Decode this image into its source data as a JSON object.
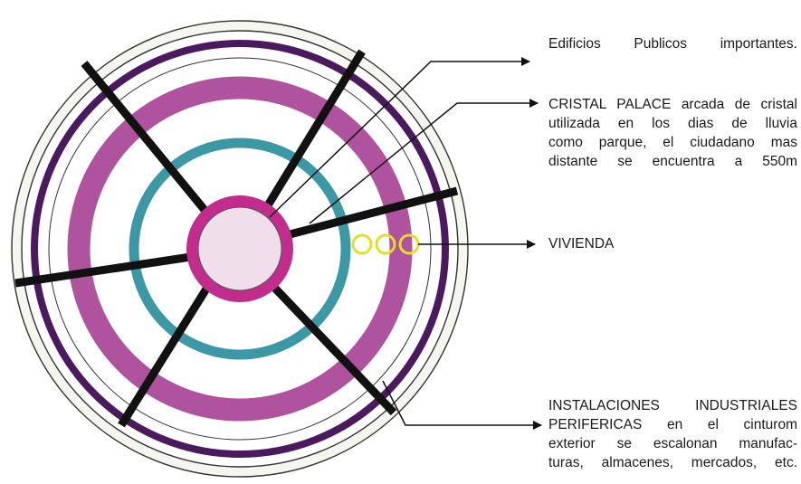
{
  "colors": {
    "outer_fill": "#f4f6ef",
    "dark_purple": "#4b1a5e",
    "magenta_ring": "#b0539f",
    "teal_ring": "#3c98a5",
    "core_ring": "#c22c8c",
    "core_fill": "#f0dfeb",
    "road": "#111111",
    "housing": "#e3dd2a"
  },
  "labels": {
    "public_buildings": "Edificios Publicos importantes.",
    "cristal_palace": [
      "CRISTAL PALACE arcada de cristal",
      "utilizada en los dias de lluvia",
      "como parque, el ciudadano mas",
      "distante se encuentra a 550m"
    ],
    "vivienda": "VIVIENDA",
    "industrial": [
      "INSTALACIONES INDUSTRIALES",
      "PERIFERICAS en el cinturom",
      "exterior se escalonan manufac-",
      "turas, almacenes, mercados, etc."
    ]
  }
}
